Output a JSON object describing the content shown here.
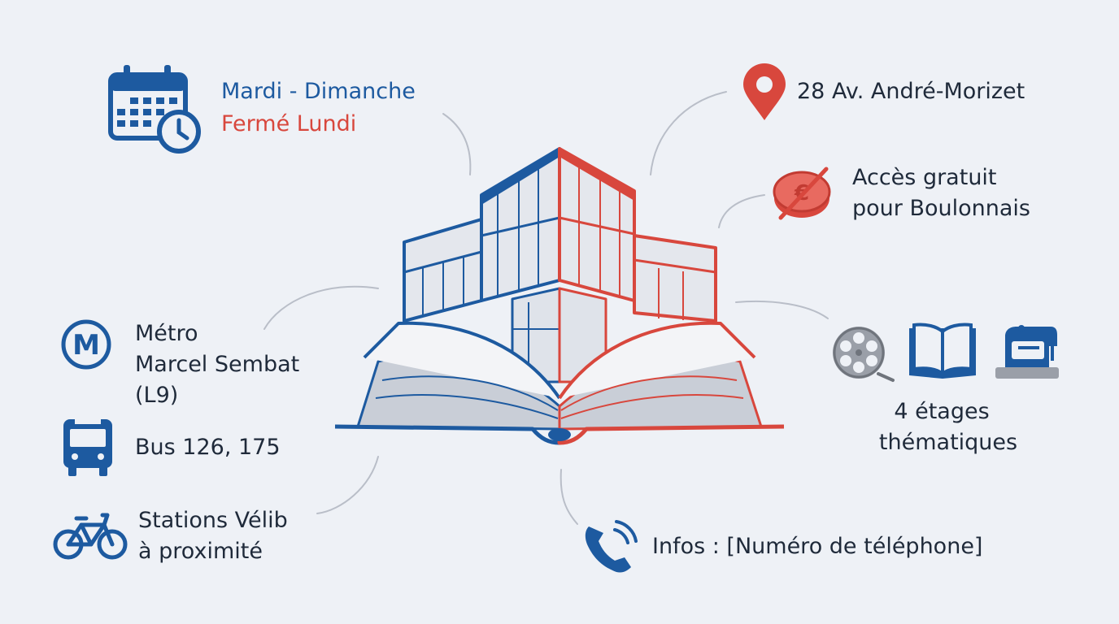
{
  "schedule": {
    "days": "Mardi - Dimanche",
    "closed": "Fermé Lundi"
  },
  "address": {
    "text": "28 Av. André-Morizet"
  },
  "access": {
    "line1": "Accès gratuit",
    "line2": "pour Boulonnais"
  },
  "metro": {
    "badge": "M",
    "line1": "Métro",
    "line2": "Marcel Sembat",
    "line3": "(L9)"
  },
  "bus": {
    "text": "Bus 126, 175"
  },
  "velib": {
    "line1": "Stations Vélib",
    "line2": "à proximité"
  },
  "floors": {
    "line1": "4 étages",
    "line2": "thématiques"
  },
  "phone": {
    "text": "Infos : [Numéro de téléphone]"
  },
  "colors": {
    "blue": "#1d5aa0",
    "red": "#d8473d",
    "background": "#eef1f6",
    "grey": "#c9ced7"
  },
  "icons": [
    "calendar-clock-icon",
    "map-pin-icon",
    "crossed-euro-coin-icon",
    "metro-icon",
    "bus-icon",
    "bicycle-icon",
    "film-reel-icon",
    "open-book-icon",
    "sewing-machine-icon",
    "phone-icon"
  ]
}
